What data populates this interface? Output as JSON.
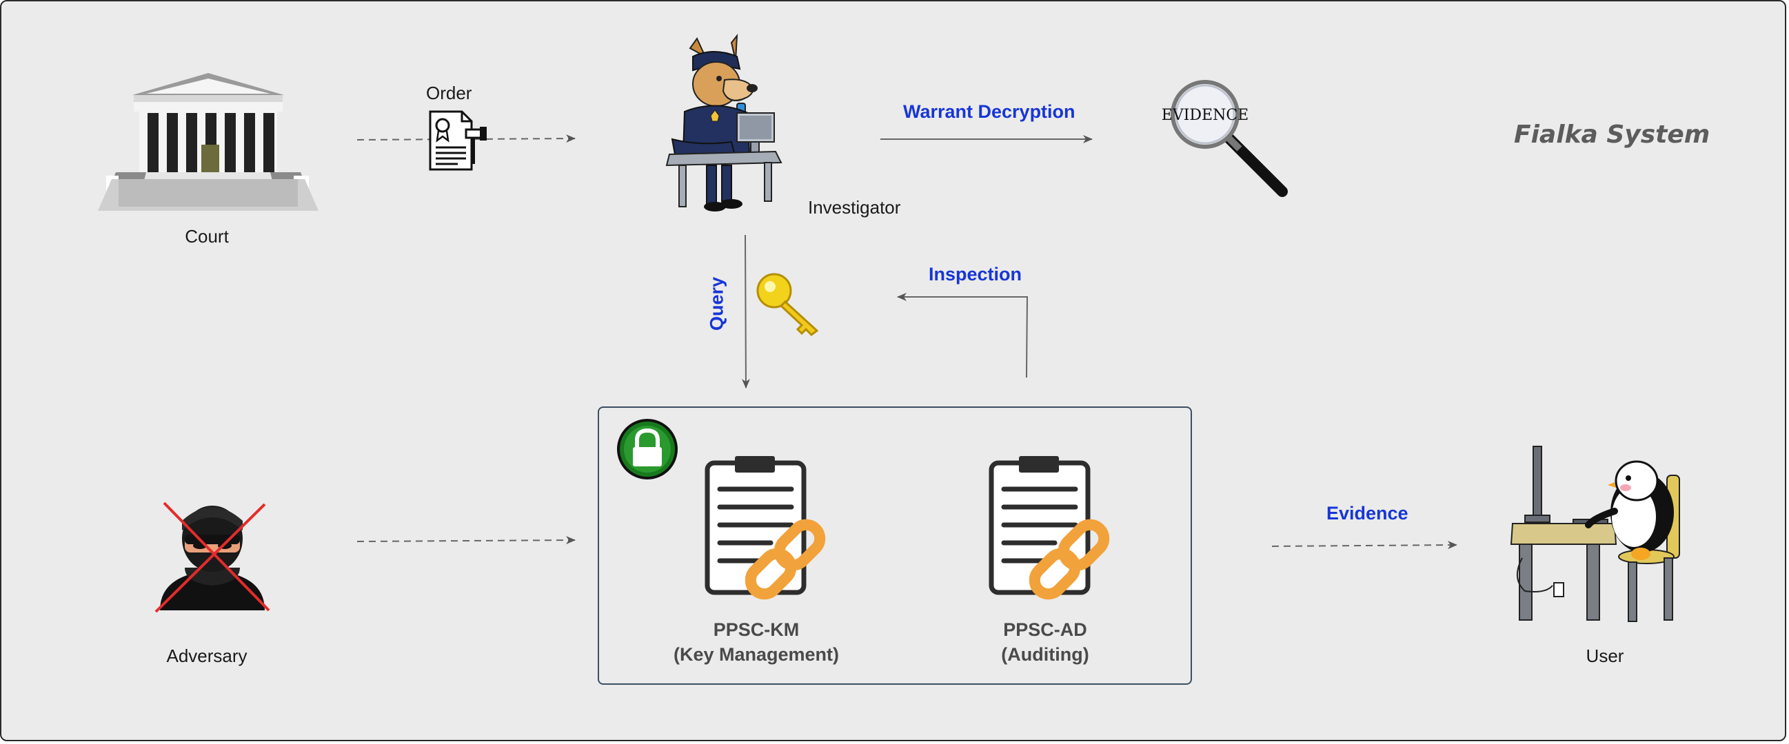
{
  "title": "Fialka System",
  "nodes": {
    "court": "Court",
    "investigator": "Investigator",
    "adversary": "Adversary",
    "user": "User",
    "km_title": "PPSC-KM",
    "km_sub": "(Key Management)",
    "ad_title": "PPSC-AD",
    "ad_sub": "(Auditing)",
    "evidence_stamp": "EVIDENCE"
  },
  "edges": {
    "order": "Order",
    "warrant_decryption": "Warrant Decryption",
    "query": "Query",
    "inspection": "Inspection",
    "evidence": "Evidence"
  },
  "colors": {
    "edge_label": "#1736d6",
    "background": "#ebebeb",
    "box_border": "#3b4e63",
    "link_orange": "#f2a23a",
    "key_gold": "#f2d21b"
  }
}
